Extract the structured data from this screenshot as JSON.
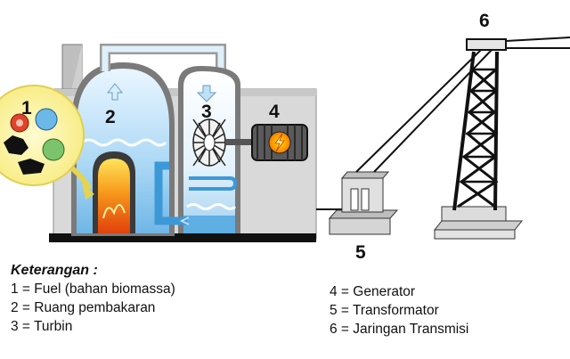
{
  "labels": {
    "fuel": "1",
    "combustion": "2",
    "turbine": "3",
    "generator": "4",
    "transformer": "5",
    "transmission": "6"
  },
  "legend": {
    "title": "Keterangan :",
    "items": [
      "1 = Fuel (bahan biomassa)",
      "2 = Ruang pembakaran",
      "3 = Turbin",
      "4 = Generator",
      "5 = Transformator",
      "6 = Jaringan Transmisi"
    ]
  },
  "colors": {
    "building": "#d9d9d9",
    "pipe": "#6ab0e0",
    "flame": "#f07a10",
    "tower": "#111111",
    "fuel_bubble": "#fff4a8"
  }
}
